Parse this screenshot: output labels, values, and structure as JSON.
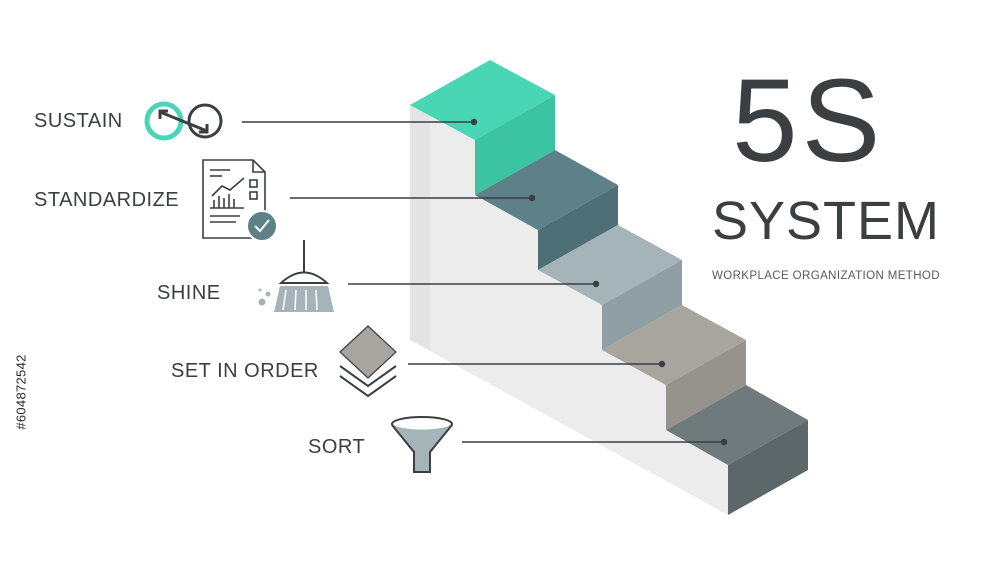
{
  "title": "5S",
  "subtitle_title": "SYSTEM",
  "tagline": "WORKPLACE ORGANIZATION METHOD",
  "watermark": "#604872542",
  "colors": {
    "sustain": "#48d6b4",
    "standardize": "#5e8088",
    "shine": "#a5b4b9",
    "set_in_order": "#a7a59e",
    "sort": "#6e7a7c",
    "text": "#3b3f42"
  },
  "steps": [
    {
      "label": "SUSTAIN",
      "icon": "infinity-arrows-icon"
    },
    {
      "label": "STANDARDIZE",
      "icon": "document-chart-check-icon"
    },
    {
      "label": "SHINE",
      "icon": "broom-icon"
    },
    {
      "label": "SET IN ORDER",
      "icon": "layers-icon"
    },
    {
      "label": "SORT",
      "icon": "funnel-icon"
    }
  ]
}
